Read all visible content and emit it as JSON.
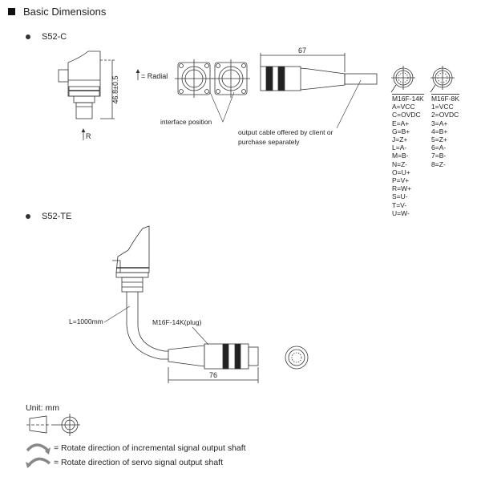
{
  "title": "Basic Dimensions",
  "sections": {
    "s52c": {
      "label": "S52-C",
      "height_dim": "46.8±0.5",
      "r_label": "R",
      "radial_label": "= Radial",
      "interface_label": "interface position",
      "cable_length": "67",
      "cable_note_line1": "output cable offered by client or",
      "cable_note_line2": "purchase separately"
    },
    "s52te": {
      "label": "S52-TE",
      "cable_length_label": "L=1000mm",
      "plug_label": "M16F-14K(plug)",
      "plug_length": "76"
    }
  },
  "pinouts": [
    {
      "name": "M16F-14K",
      "pins": [
        "A=VCC",
        "C=OVDC",
        "E=A+",
        "G=B+",
        "J=Z+",
        "L=A-",
        "M=B-",
        "N=Z-",
        "O=U+",
        "P=V+",
        "R=W+",
        "S=U-",
        "T=V-",
        "U=W-"
      ]
    },
    {
      "name": "M16F-8K",
      "pins": [
        "1=VCC",
        "2=OVDC",
        "3=A+",
        "4=B+",
        "5=Z+",
        "6=A-",
        "7=B-",
        "8=Z-"
      ]
    }
  ],
  "legend": {
    "unit": "Unit: mm",
    "incremental": "= Rotate direction of incremental signal output shaft",
    "servo": "= Rotate direction of servo signal output shaft"
  }
}
